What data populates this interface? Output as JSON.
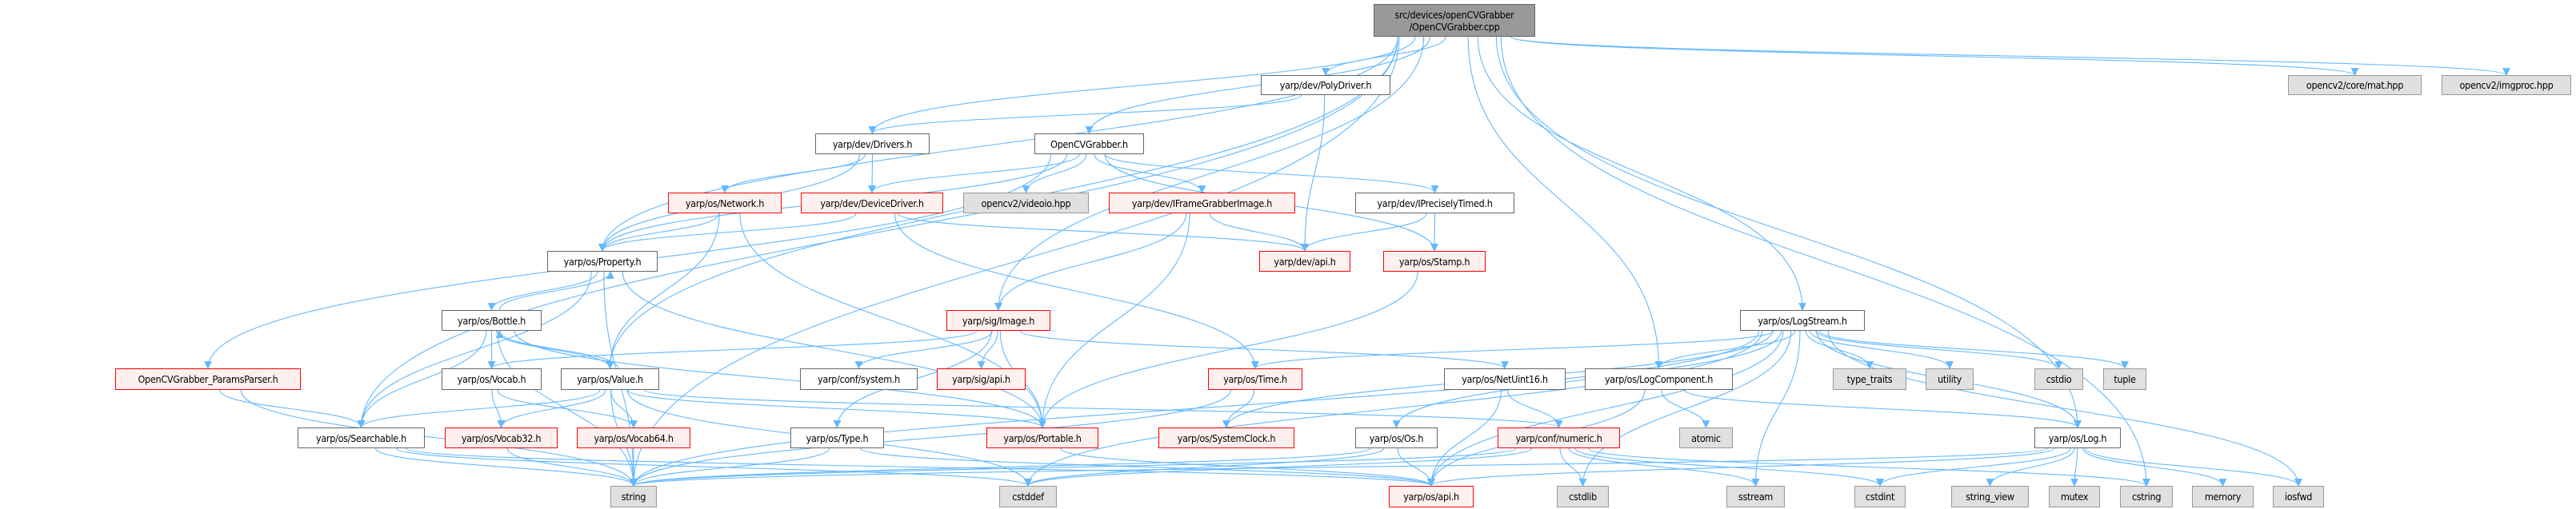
{
  "colors": {
    "edge": "#63b8ff",
    "root_fill": "#999999",
    "red_border": "#ff0000",
    "red_fill": "#fff0f0",
    "system_fill": "#e0e0e0"
  },
  "nodes": [
    {
      "id": "root",
      "label": "src/devices/openCVGrabber\n/OpenCVGrabber.cpp",
      "style": "root"
    },
    {
      "id": "polydriver",
      "label": "yarp/dev/PolyDriver.h",
      "style": "normal"
    },
    {
      "id": "drivers",
      "label": "yarp/dev/Drivers.h",
      "style": "normal"
    },
    {
      "id": "ocvg",
      "label": "OpenCVGrabber.h",
      "style": "normal"
    },
    {
      "id": "network",
      "label": "yarp/os/Network.h",
      "style": "red"
    },
    {
      "id": "devicedriver",
      "label": "yarp/dev/DeviceDriver.h",
      "style": "red"
    },
    {
      "id": "videoio",
      "label": "opencv2/videoio.hpp",
      "style": "system"
    },
    {
      "id": "iframe",
      "label": "yarp/dev/IFrameGrabberImage.h",
      "style": "red"
    },
    {
      "id": "iprecise",
      "label": "yarp/dev/IPreciselyTimed.h",
      "style": "normal"
    },
    {
      "id": "property",
      "label": "yarp/os/Property.h",
      "style": "normal"
    },
    {
      "id": "devapi",
      "label": "yarp/dev/api.h",
      "style": "red"
    },
    {
      "id": "stamp",
      "label": "yarp/os/Stamp.h",
      "style": "red"
    },
    {
      "id": "bottle",
      "label": "yarp/os/Bottle.h",
      "style": "normal"
    },
    {
      "id": "image",
      "label": "yarp/sig/Image.h",
      "style": "red"
    },
    {
      "id": "logstream",
      "label": "yarp/os/LogStream.h",
      "style": "normal"
    },
    {
      "id": "params",
      "label": "OpenCVGrabber_ParamsParser.h",
      "style": "red"
    },
    {
      "id": "vocab",
      "label": "yarp/os/Vocab.h",
      "style": "normal"
    },
    {
      "id": "value",
      "label": "yarp/os/Value.h",
      "style": "normal"
    },
    {
      "id": "confsystem",
      "label": "yarp/conf/system.h",
      "style": "normal"
    },
    {
      "id": "sigapi",
      "label": "yarp/sig/api.h",
      "style": "red"
    },
    {
      "id": "time",
      "label": "yarp/os/Time.h",
      "style": "red"
    },
    {
      "id": "netuint16",
      "label": "yarp/os/NetUint16.h",
      "style": "normal"
    },
    {
      "id": "logcomponent",
      "label": "yarp/os/LogComponent.h",
      "style": "normal"
    },
    {
      "id": "type_traits",
      "label": "type_traits",
      "style": "system"
    },
    {
      "id": "utility",
      "label": "utility",
      "style": "system"
    },
    {
      "id": "cstdio",
      "label": "cstdio",
      "style": "system"
    },
    {
      "id": "tuple",
      "label": "tuple",
      "style": "system"
    },
    {
      "id": "searchable",
      "label": "yarp/os/Searchable.h",
      "style": "normal"
    },
    {
      "id": "vocab32",
      "label": "yarp/os/Vocab32.h",
      "style": "red"
    },
    {
      "id": "vocab64",
      "label": "yarp/os/Vocab64.h",
      "style": "red"
    },
    {
      "id": "type",
      "label": "yarp/os/Type.h",
      "style": "normal"
    },
    {
      "id": "portable",
      "label": "yarp/os/Portable.h",
      "style": "red"
    },
    {
      "id": "systemclock",
      "label": "yarp/os/SystemClock.h",
      "style": "red"
    },
    {
      "id": "os",
      "label": "yarp/os/Os.h",
      "style": "normal"
    },
    {
      "id": "numeric",
      "label": "yarp/conf/numeric.h",
      "style": "red"
    },
    {
      "id": "atomic",
      "label": "atomic",
      "style": "system"
    },
    {
      "id": "log",
      "label": "yarp/os/Log.h",
      "style": "normal"
    },
    {
      "id": "string",
      "label": "string",
      "style": "system"
    },
    {
      "id": "cstddef",
      "label": "cstddef",
      "style": "system"
    },
    {
      "id": "osapi",
      "label": "yarp/os/api.h",
      "style": "red"
    },
    {
      "id": "cstdlib",
      "label": "cstdlib",
      "style": "system"
    },
    {
      "id": "sstream",
      "label": "sstream",
      "style": "system"
    },
    {
      "id": "cstdint",
      "label": "cstdint",
      "style": "system"
    },
    {
      "id": "string_view",
      "label": "string_view",
      "style": "system"
    },
    {
      "id": "mutex",
      "label": "mutex",
      "style": "system"
    },
    {
      "id": "cstring",
      "label": "cstring",
      "style": "system"
    },
    {
      "id": "memory",
      "label": "memory",
      "style": "system"
    },
    {
      "id": "iosfwd",
      "label": "iosfwd",
      "style": "system"
    },
    {
      "id": "mat",
      "label": "opencv2/core/mat.hpp",
      "style": "system"
    },
    {
      "id": "imgproc",
      "label": "opencv2/imgproc.hpp",
      "style": "system"
    }
  ],
  "edges": [
    [
      "root",
      "polydriver"
    ],
    [
      "root",
      "drivers"
    ],
    [
      "root",
      "ocvg"
    ],
    [
      "root",
      "property"
    ],
    [
      "root",
      "searchable"
    ],
    [
      "root",
      "value"
    ],
    [
      "root",
      "string"
    ],
    [
      "root",
      "image"
    ],
    [
      "root",
      "logstream"
    ],
    [
      "root",
      "logcomponent"
    ],
    [
      "root",
      "log"
    ],
    [
      "root",
      "cstring"
    ],
    [
      "root",
      "mat"
    ],
    [
      "root",
      "imgproc"
    ],
    [
      "polydriver",
      "drivers"
    ],
    [
      "polydriver",
      "devapi"
    ],
    [
      "drivers",
      "property"
    ],
    [
      "drivers",
      "network"
    ],
    [
      "drivers",
      "devicedriver"
    ],
    [
      "ocvg",
      "property"
    ],
    [
      "ocvg",
      "params"
    ],
    [
      "ocvg",
      "devicedriver"
    ],
    [
      "ocvg",
      "videoio"
    ],
    [
      "ocvg",
      "iframe"
    ],
    [
      "ocvg",
      "iprecise"
    ],
    [
      "ocvg",
      "stamp"
    ],
    [
      "network",
      "property"
    ],
    [
      "network",
      "value"
    ],
    [
      "network",
      "portable"
    ],
    [
      "devicedriver",
      "property"
    ],
    [
      "devicedriver",
      "devapi"
    ],
    [
      "devicedriver",
      "time"
    ],
    [
      "iframe",
      "image"
    ],
    [
      "iframe",
      "devapi"
    ],
    [
      "iframe",
      "portable"
    ],
    [
      "iprecise",
      "devapi"
    ],
    [
      "iprecise",
      "stamp"
    ],
    [
      "stamp",
      "portable"
    ],
    [
      "property",
      "string"
    ],
    [
      "property",
      "searchable"
    ],
    [
      "property",
      "bottle"
    ],
    [
      "property",
      "portable"
    ],
    [
      "bottle",
      "property"
    ],
    [
      "bottle",
      "string"
    ],
    [
      "bottle",
      "searchable"
    ],
    [
      "bottle",
      "vocab"
    ],
    [
      "bottle",
      "value"
    ],
    [
      "bottle",
      "portable"
    ],
    [
      "image",
      "vocab"
    ],
    [
      "image",
      "confsystem"
    ],
    [
      "image",
      "sigapi"
    ],
    [
      "image",
      "portable"
    ],
    [
      "image",
      "type"
    ],
    [
      "image",
      "netuint16"
    ],
    [
      "value",
      "bottle"
    ],
    [
      "value",
      "searchable"
    ],
    [
      "value",
      "vocab32"
    ],
    [
      "value",
      "vocab64"
    ],
    [
      "value",
      "string"
    ],
    [
      "value",
      "portable"
    ],
    [
      "value",
      "numeric"
    ],
    [
      "value",
      "cstddef"
    ],
    [
      "vocab",
      "vocab32"
    ],
    [
      "vocab",
      "vocab64"
    ],
    [
      "params",
      "searchable"
    ],
    [
      "params",
      "string"
    ],
    [
      "searchable",
      "string"
    ],
    [
      "searchable",
      "osapi"
    ],
    [
      "searchable",
      "cstddef"
    ],
    [
      "vocab32",
      "string"
    ],
    [
      "vocab64",
      "string"
    ],
    [
      "type",
      "string"
    ],
    [
      "type",
      "osapi"
    ],
    [
      "time",
      "systemclock"
    ],
    [
      "time",
      "string"
    ],
    [
      "netuint16",
      "numeric"
    ],
    [
      "netuint16",
      "osapi"
    ],
    [
      "logstream",
      "logcomponent"
    ],
    [
      "logstream",
      "log"
    ],
    [
      "logstream",
      "time"
    ],
    [
      "logstream",
      "systemclock"
    ],
    [
      "logstream",
      "os"
    ],
    [
      "logstream",
      "osapi"
    ],
    [
      "logstream",
      "string"
    ],
    [
      "logstream",
      "type_traits"
    ],
    [
      "logstream",
      "utility"
    ],
    [
      "logstream",
      "cstdio"
    ],
    [
      "logstream",
      "tuple"
    ],
    [
      "logstream",
      "iosfwd"
    ],
    [
      "logstream",
      "sstream"
    ],
    [
      "logstream",
      "cstdlib"
    ],
    [
      "logstream",
      "cstddef"
    ],
    [
      "logcomponent",
      "atomic"
    ],
    [
      "logcomponent",
      "log"
    ],
    [
      "logcomponent",
      "osapi"
    ],
    [
      "log",
      "osapi"
    ],
    [
      "log",
      "cstdint"
    ],
    [
      "log",
      "string_view"
    ],
    [
      "log",
      "mutex"
    ],
    [
      "log",
      "memory"
    ],
    [
      "log",
      "iosfwd"
    ],
    [
      "log",
      "string"
    ],
    [
      "os",
      "osapi"
    ],
    [
      "os",
      "string"
    ],
    [
      "os",
      "cstddef"
    ],
    [
      "numeric",
      "string"
    ],
    [
      "numeric",
      "cstddef"
    ],
    [
      "numeric",
      "cstdlib"
    ],
    [
      "numeric",
      "sstream"
    ],
    [
      "numeric",
      "cstdint"
    ],
    [
      "numeric",
      "cstring"
    ],
    [
      "portable",
      "osapi"
    ]
  ]
}
